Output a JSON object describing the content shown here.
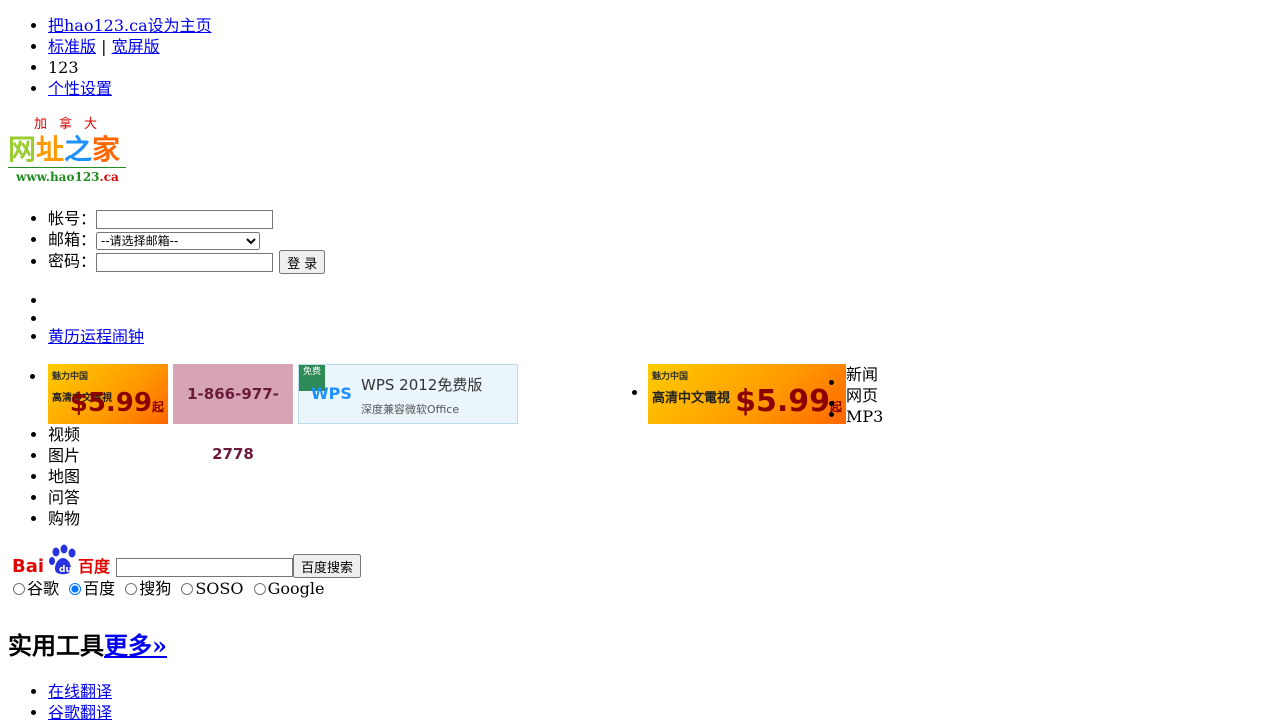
{
  "top_links": {
    "set_home": "把hao123.ca设为主页",
    "standard": "标准版",
    "separator": "|",
    "wide": "宽屏版",
    "num": "123",
    "settings": "个性设置"
  },
  "logo": {
    "top": "加拿大",
    "chars": [
      "网",
      "址",
      "之",
      "家"
    ],
    "url_main": "www.hao123",
    "url_suffix": ".ca"
  },
  "login": {
    "account_label": "帐号：",
    "email_label": "邮箱：",
    "email_selected": "--请选择邮箱--",
    "password_label": "密码：",
    "login_button": "登 录"
  },
  "misc": {
    "calendar_link": "黄历运程闹钟"
  },
  "ads": {
    "ad1_brand": "魅力中国",
    "ad1_sub": "高清中文電視",
    "ad1_price": "$5.99",
    "ad1_price_suffix": "起",
    "ad2_phone": "1-866-977-2778",
    "ad3_free": "免费",
    "ad3_logo": "WPS",
    "ad3_title": "WPS 2012免费版",
    "ad3_sub": "深度兼容微软Office",
    "ad4_brand": "魅力中国",
    "ad4_sub": "高清中文電視",
    "ad4_price": "$5.99",
    "ad4_price_suffix": "起"
  },
  "search_types": [
    "新闻",
    "网页",
    "MP3",
    "视频",
    "图片",
    "地图",
    "问答",
    "购物"
  ],
  "search": {
    "logo_bai": "Bai",
    "logo_du": "百度",
    "button": "百度搜索",
    "engines": [
      {
        "label": "谷歌",
        "checked": false
      },
      {
        "label": "百度",
        "checked": true
      },
      {
        "label": "搜狗",
        "checked": false
      },
      {
        "label": "SOSO",
        "checked": false
      },
      {
        "label": "Google",
        "checked": false
      }
    ]
  },
  "tools": {
    "title": "实用工具",
    "more": "更多»",
    "items": [
      "在线翻译",
      "谷歌翻译"
    ]
  },
  "colors": {
    "link": "#0000ee",
    "baidu_red": "#e10602"
  }
}
